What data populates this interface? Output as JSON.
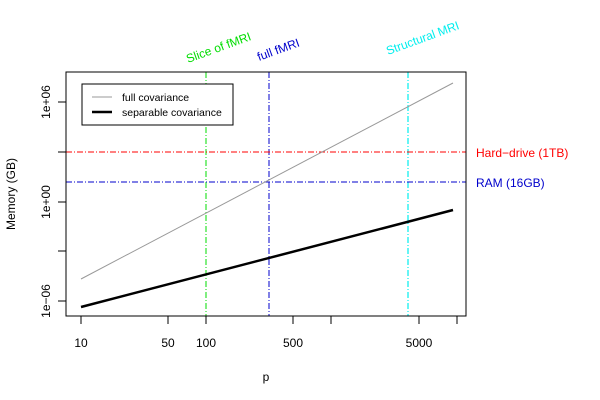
{
  "chart_data": {
    "type": "line",
    "title": "",
    "xlabel": "p",
    "ylabel": "Memory (GB)",
    "x_scale": "log",
    "y_scale": "log",
    "xlim": [
      10,
      10000
    ],
    "ylim": [
      1e-07,
      10000000.0
    ],
    "x_ticks": [
      10,
      50,
      100,
      500,
      1000,
      5000,
      10000
    ],
    "x_tick_labels": [
      "10",
      "50",
      "100",
      "500",
      "",
      "5000",
      ""
    ],
    "y_ticks": [
      1e-06,
      0.001,
      1,
      1000,
      1000000.0
    ],
    "y_tick_labels": [
      "1e−06",
      "",
      "1e+00",
      "",
      "1e+06"
    ],
    "series": [
      {
        "name": "full covariance",
        "color": "#999999",
        "x": [
          10,
          9500
        ],
        "y": [
          2.4e-05,
          14000000.0
        ]
      },
      {
        "name": "separable covariance",
        "color": "#000000",
        "x": [
          10,
          9500
        ],
        "y": [
          5e-07,
          0.33
        ]
      }
    ],
    "hlines": [
      {
        "label": "Hard−drive (1TB)",
        "y": 1000,
        "color": "#ff0000"
      },
      {
        "label": "RAM (16GB)",
        "y": 16,
        "color": "#0000cc"
      }
    ],
    "vlines": [
      {
        "label": "Slice of fMRI",
        "x": 100,
        "color": "#00dd00"
      },
      {
        "label": "full fMRI",
        "x": 320,
        "color": "#0000cc"
      },
      {
        "label": "Structural MRI",
        "x": 4100,
        "color": "#00eeee"
      }
    ],
    "legend": {
      "position": "topleft",
      "entries": [
        "full covariance",
        "separable covariance"
      ]
    },
    "grid": false
  }
}
